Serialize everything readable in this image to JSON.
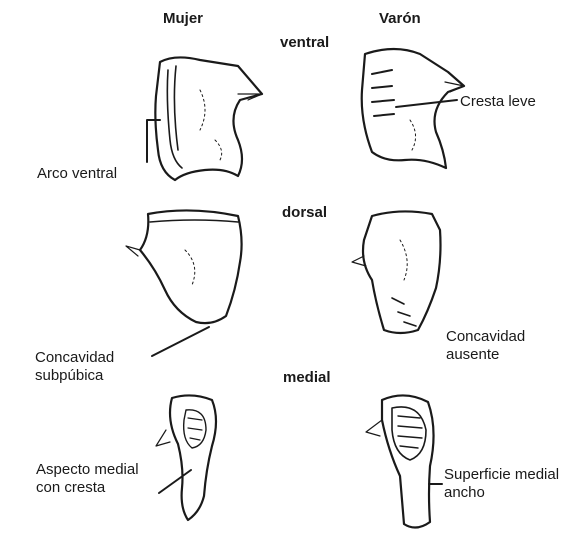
{
  "columns": {
    "female": "Mujer",
    "male": "Varón"
  },
  "views": {
    "ventral": "ventral",
    "dorsal": "dorsal",
    "medial": "medial"
  },
  "annotations": {
    "arco_ventral": "Arco ventral",
    "cresta_leve": "Cresta leve",
    "concavidad_subpubica_1": "Concavidad",
    "concavidad_subpubica_2": "subpúbica",
    "concavidad_ausente_1": "Concavidad",
    "concavidad_ausente_2": "ausente",
    "aspecto_medial_1": "Aspecto medial",
    "aspecto_medial_2": "con cresta",
    "superficie_medial_1": "Superficie medial",
    "superficie_medial_2": "ancho"
  },
  "colors": {
    "ink": "#1a1a1a",
    "background": "#ffffff"
  }
}
